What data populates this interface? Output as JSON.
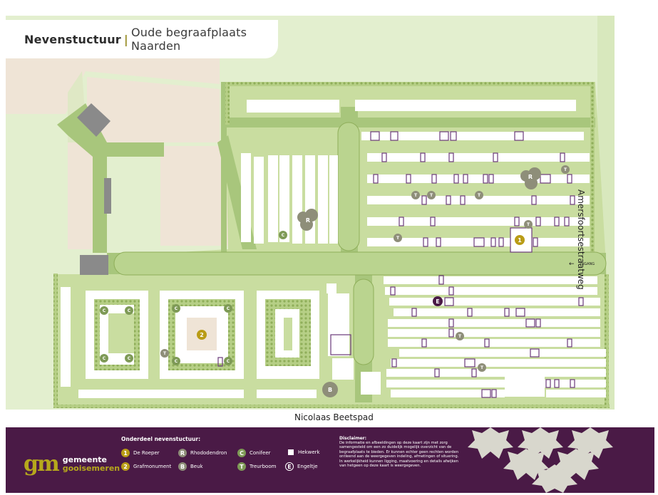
{
  "header": {
    "title_bold": "Nevenstuctuur",
    "separator": "|",
    "title_rest": "Oude begraafplaats Naarden"
  },
  "roads": {
    "right": "Amersfoortsestraatweg",
    "bottom": "Nicolaas Beetspad"
  },
  "entrance": {
    "label": "INGANG",
    "arrow": "←"
  },
  "markers": {
    "roeper": "1",
    "grafmonument": "2",
    "rhodo": "R",
    "beuk": "B",
    "conifeer": "C",
    "treurboom": "T",
    "engeltje": "E"
  },
  "legend": {
    "title": "Onderdeel nevenstuctuur:",
    "items": [
      {
        "symbol": "1",
        "label": "De Roeper"
      },
      {
        "symbol": "2",
        "label": "Grafmonument"
      },
      {
        "symbol": "R",
        "label": "Rhododendron"
      },
      {
        "symbol": "B",
        "label": "Beuk"
      },
      {
        "symbol": "C",
        "label": "Conifeer"
      },
      {
        "symbol": "T",
        "label": "Treurboom"
      },
      {
        "symbol": "",
        "label": "Hekwerk"
      },
      {
        "symbol": "E",
        "label": "Engeltje"
      }
    ]
  },
  "disclaimer": {
    "title": "Disclaimer:",
    "text": "De informatie en afbeeldingen op deze kaart zijn met zorg samengesteld om een zo duidelijk mogelijk overzicht van de begraafplaats te bieden. Er kunnen echter geen rechten worden ontleend aan de weergegeven indeling, afmetingen of situering. In werkelijkheid kunnen ligging, maatvoering en details afwijken van hetgeen op deze kaart is weergegeven."
  },
  "logo": {
    "mark": "gm",
    "line1": "gemeente",
    "line2": "gooisemeren"
  },
  "colors": {
    "lawn": "#c9dda0",
    "path": "#a8c67c",
    "hedge": "#8fae5a",
    "sand": "#efe4d6",
    "grave": "#6a3a7a",
    "footer": "#4a1a46",
    "gold": "#b99c16"
  }
}
